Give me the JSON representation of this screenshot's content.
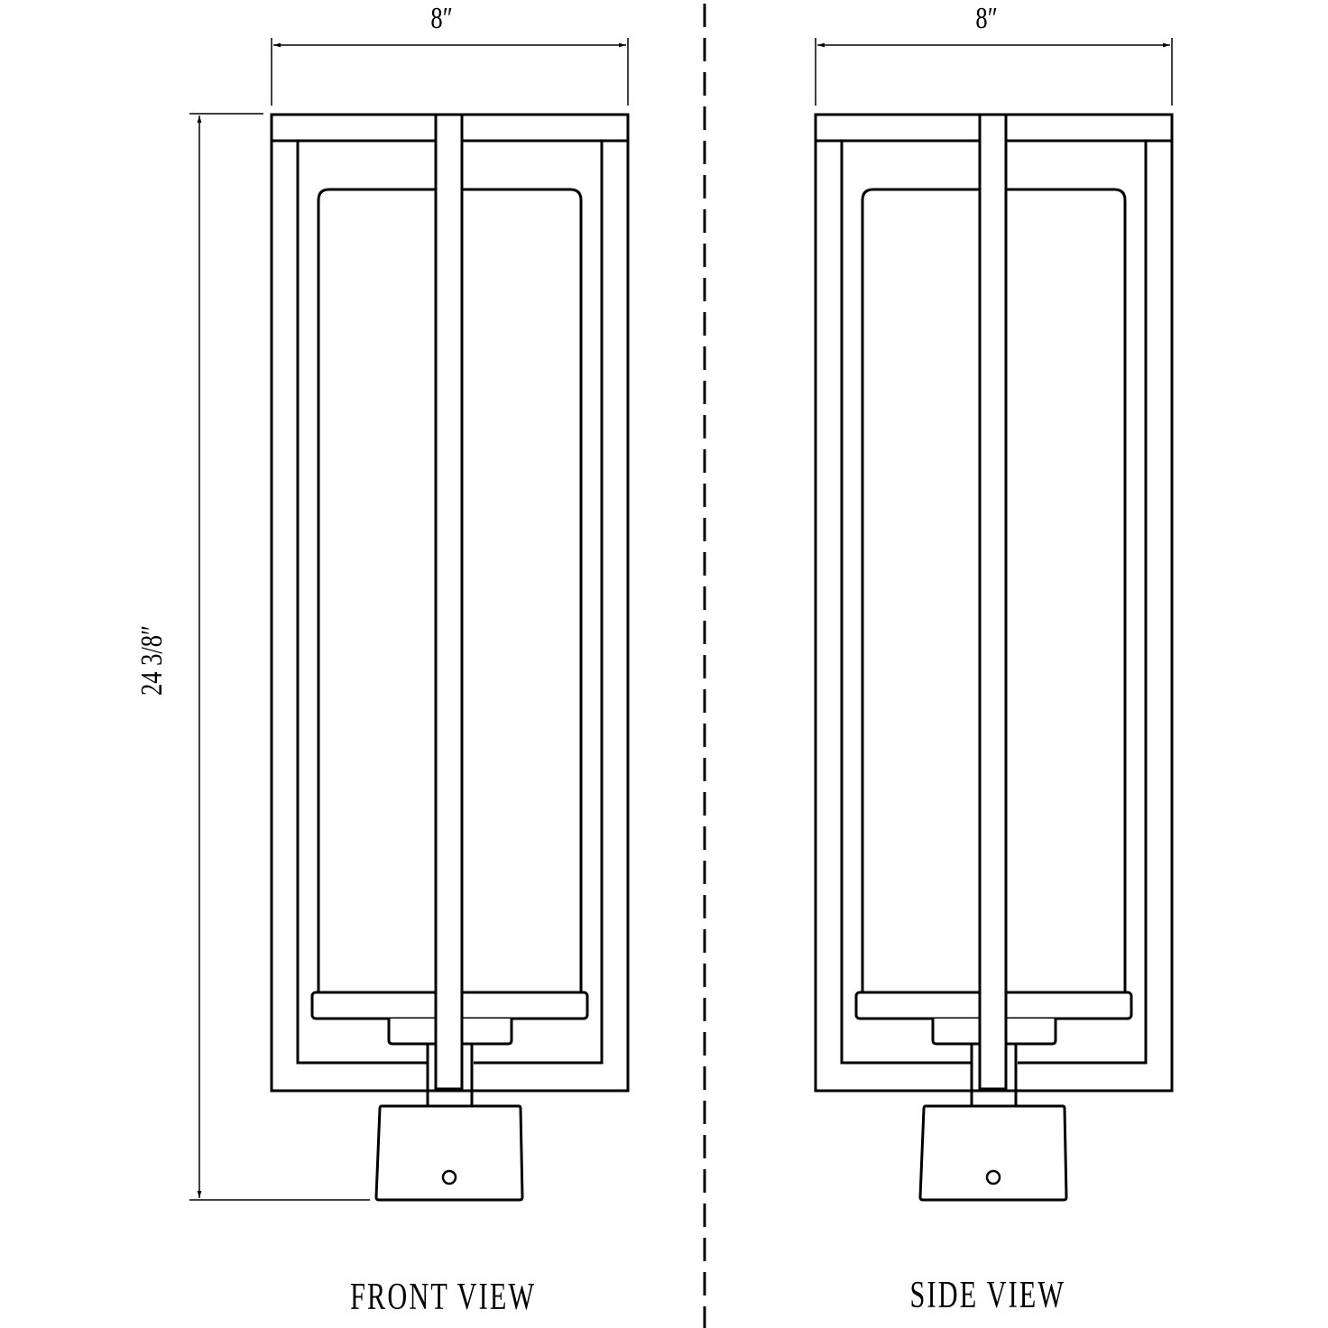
{
  "drawing": {
    "type": "technical-dimension-drawing",
    "subject": "outdoor post-mount lantern fixture",
    "line_color": "#000000",
    "background": "#ffffff"
  },
  "views": [
    {
      "id": "front",
      "caption": "FRONT VIEW",
      "width_dimension": "8″",
      "height_dimension": "24 3/8″"
    },
    {
      "id": "side",
      "caption": "SIDE VIEW",
      "width_dimension": "8″"
    }
  ],
  "labels": {
    "front_width": "8″",
    "side_width": "8″",
    "overall_height": "24 3/8″",
    "front_caption": "FRONT VIEW",
    "side_caption": "SIDE VIEW"
  },
  "chart_data": {
    "type": "diagram",
    "title": "",
    "annotations": [
      {
        "text": "8″",
        "refers_to": "front view width"
      },
      {
        "text": "8″",
        "refers_to": "side view width"
      },
      {
        "text": "24 3/8″",
        "refers_to": "overall height"
      },
      {
        "text": "FRONT VIEW",
        "refers_to": "left view caption"
      },
      {
        "text": "SIDE VIEW",
        "refers_to": "right view caption"
      }
    ]
  }
}
